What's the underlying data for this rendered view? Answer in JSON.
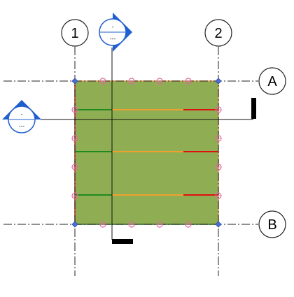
{
  "grids": {
    "vertical": [
      {
        "label": "1"
      },
      {
        "label": "2"
      }
    ],
    "horizontal": [
      {
        "label": "A"
      },
      {
        "label": "B"
      }
    ]
  },
  "section_markers": [
    {
      "top_text": "-",
      "bottom_text": "---"
    },
    {
      "top_text": "-",
      "bottom_text": "---"
    }
  ],
  "colors": {
    "floor_fill": "#8fae53",
    "floor_edge_top": "#c0b070",
    "floor_edge_bottom": "#4a7a2a",
    "line_green": "#1f8a1f",
    "line_orange": "#f0a030",
    "line_red": "#e01010",
    "marker_blue": "#1f5fd0",
    "grid_line": "#222222",
    "node_pink": "#e06aa0",
    "corner_blue": "#4a6fd8"
  }
}
